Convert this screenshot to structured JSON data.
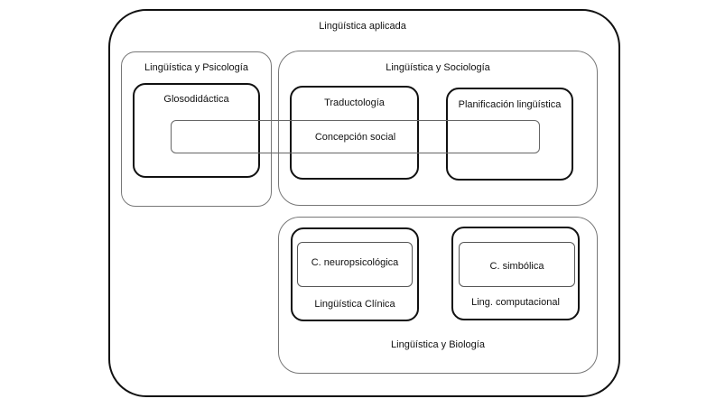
{
  "diagram": {
    "outer_label": "Lingüística aplicada",
    "psicologia": {
      "label": "Lingüística y Psicología",
      "inner_label": "Glosodidáctica"
    },
    "sociologia": {
      "label": "Lingüística y Sociología",
      "traductologia_label": "Traductología",
      "planificacion_label": "Planificación lingüística"
    },
    "concepcion_label": "Concepción social",
    "biologia": {
      "label": "Lingüística y Biología",
      "clinica_label": "Lingüística Clínica",
      "neuro_label": "C. neuropsicológica",
      "computacional_label": "Ling. computacional",
      "simbolica_label": "C. simbólica"
    }
  }
}
